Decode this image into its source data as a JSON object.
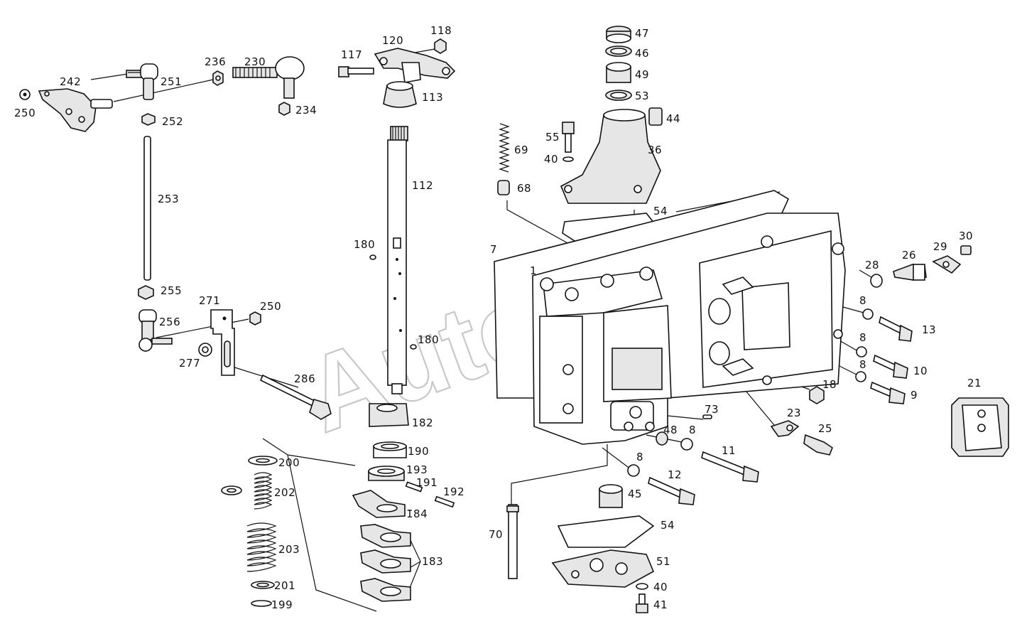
{
  "watermark": "AutoSoft",
  "labels": [
    "242",
    "251",
    "250",
    "236",
    "230",
    "234",
    "117",
    "120",
    "118",
    "113",
    "47",
    "46",
    "49",
    "53",
    "44",
    "55",
    "40",
    "36",
    "69",
    "68",
    "112",
    "252",
    "253",
    "255",
    "256",
    "271",
    "250",
    "277",
    "286",
    "180",
    "180",
    "54",
    "7",
    "1",
    "28",
    "26",
    "29",
    "30",
    "8",
    "13",
    "8",
    "10",
    "8",
    "9",
    "21",
    "18",
    "73",
    "23",
    "25",
    "182",
    "48",
    "8",
    "11",
    "190",
    "193",
    "191",
    "192",
    "184",
    "200",
    "202",
    "203",
    "201",
    "199",
    "183",
    "8",
    "12",
    "45",
    "70",
    "54",
    "51",
    "40",
    "41"
  ],
  "colors": {
    "ink": "#111111",
    "watermark": "#9a9a9a",
    "background": "#ffffff"
  }
}
